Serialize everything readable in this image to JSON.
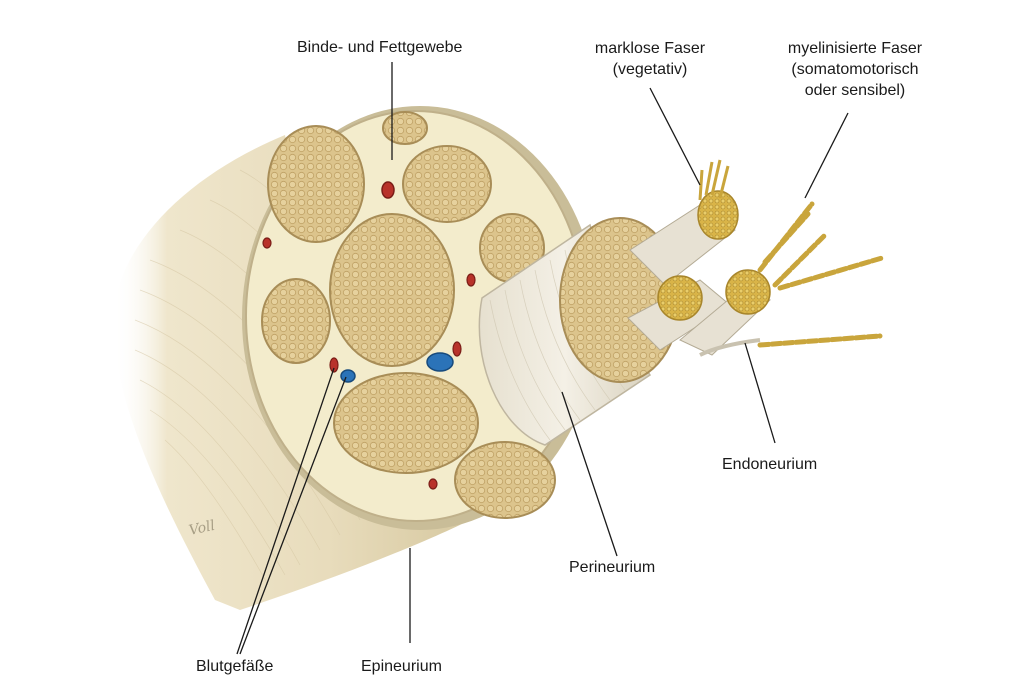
{
  "labels": {
    "binde_fettgewebe": "Binde- und Fettgewebe",
    "marklose_faser_1": "marklose Faser",
    "marklose_faser_2": "(vegetativ)",
    "myelinisierte_1": "myelinisierte Faser",
    "myelinisierte_2": "(somatomotorisch",
    "myelinisierte_3": "oder sensibel)",
    "endoneurium": "Endoneurium",
    "perineurium": "Perineurium",
    "blutgefaesse": "Blutgefäße",
    "epineurium": "Epineurium"
  },
  "signature": "Voll",
  "colors": {
    "epineurium_outer": "#e8dec2",
    "epineurium_shade": "#c9bd98",
    "fat_tissue": "#f3eccc",
    "fascicle_fill": "#d8bf85",
    "fascicle_dots": "#c6a768",
    "artery": "#b8322a",
    "vein": "#2b73b8",
    "perineurium_sheath": "#ece6d6",
    "axon_gold": "#d9b448"
  }
}
